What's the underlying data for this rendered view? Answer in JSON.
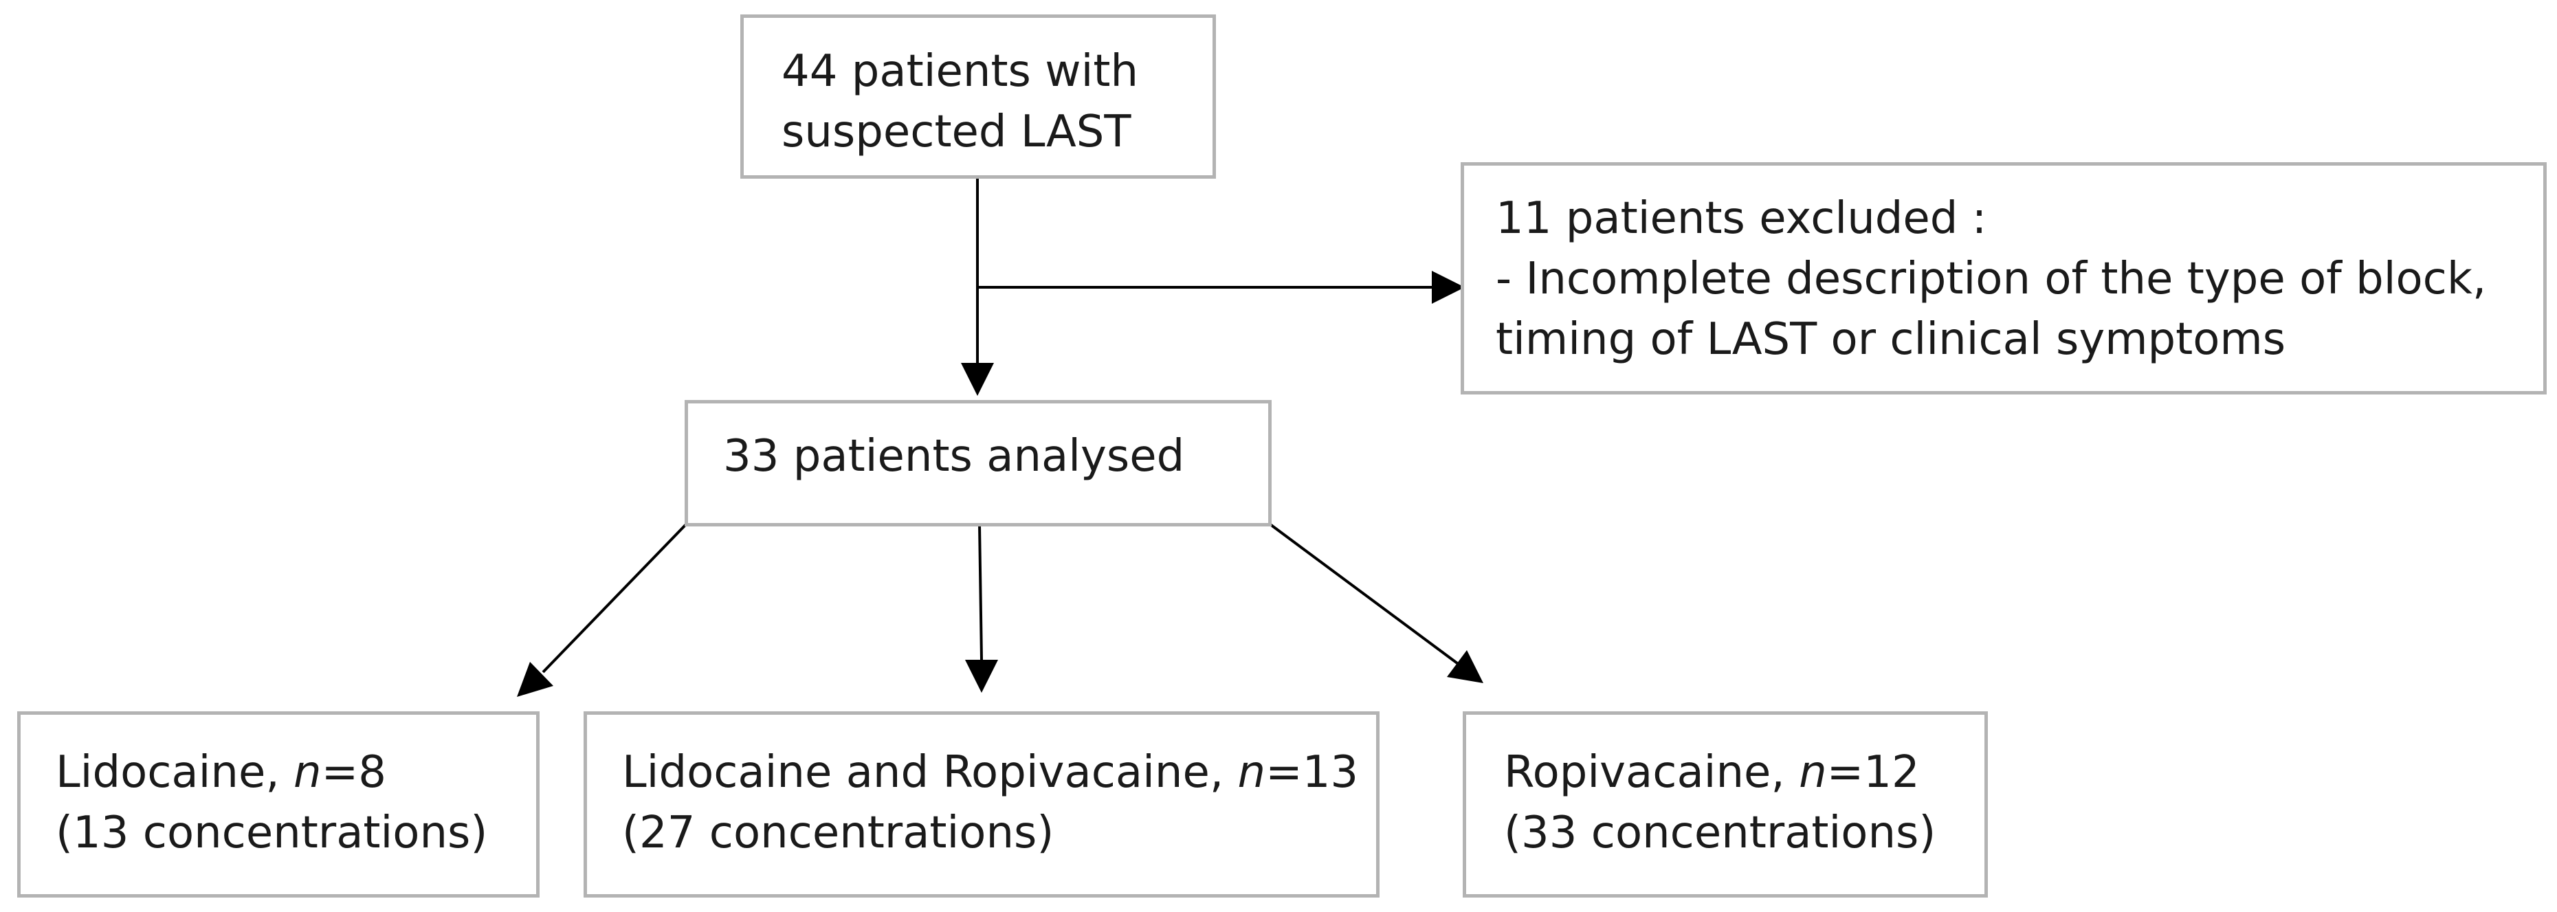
{
  "nodes": {
    "start": {
      "line1": "44 patients with",
      "line2": "suspected LAST"
    },
    "excluded": {
      "line1": "11 patients excluded :",
      "line2": "- Incomplete description of the type of block,",
      "line3": "timing of LAST or clinical symptoms"
    },
    "analysed": {
      "line1": "33 patients analysed"
    },
    "lidocaine": {
      "label": "Lidocaine, ",
      "n_symbol": "n",
      "n_value": "=8",
      "detail": "(13 concentrations)"
    },
    "both": {
      "label": "Lidocaine and Ropivacaine, ",
      "n_symbol": "n",
      "n_value": "=13",
      "detail": "(27 concentrations)"
    },
    "ropivacaine": {
      "label": "Ropivacaine, ",
      "n_symbol": "n",
      "n_value": "=12",
      "detail": "(33 concentrations)"
    }
  },
  "colors": {
    "box_border": "#b3b3b3",
    "text": "#1a1a1a",
    "arrow": "#000000"
  }
}
